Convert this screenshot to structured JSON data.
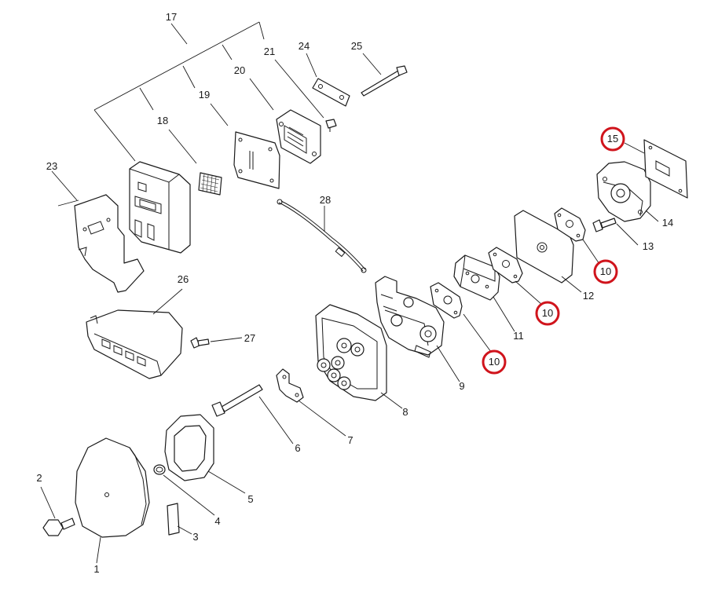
{
  "highlight_color": "#d0141c",
  "labels": {
    "p1": "1",
    "p2": "2",
    "p3": "3",
    "p4": "4",
    "p5": "5",
    "p6": "6",
    "p7": "7",
    "p8": "8",
    "p9": "9",
    "p10a": "10",
    "p10b": "10",
    "p10c": "10",
    "p11": "11",
    "p12": "12",
    "p13": "13",
    "p14": "14",
    "p15": "15",
    "p17": "17",
    "p18": "18",
    "p19": "19",
    "p20": "20",
    "p21": "21",
    "p23": "23",
    "p24": "24",
    "p25": "25",
    "p26": "26",
    "p27": "27",
    "p28": "28"
  },
  "highlighted_callouts": [
    "10",
    "10",
    "10",
    "15"
  ]
}
